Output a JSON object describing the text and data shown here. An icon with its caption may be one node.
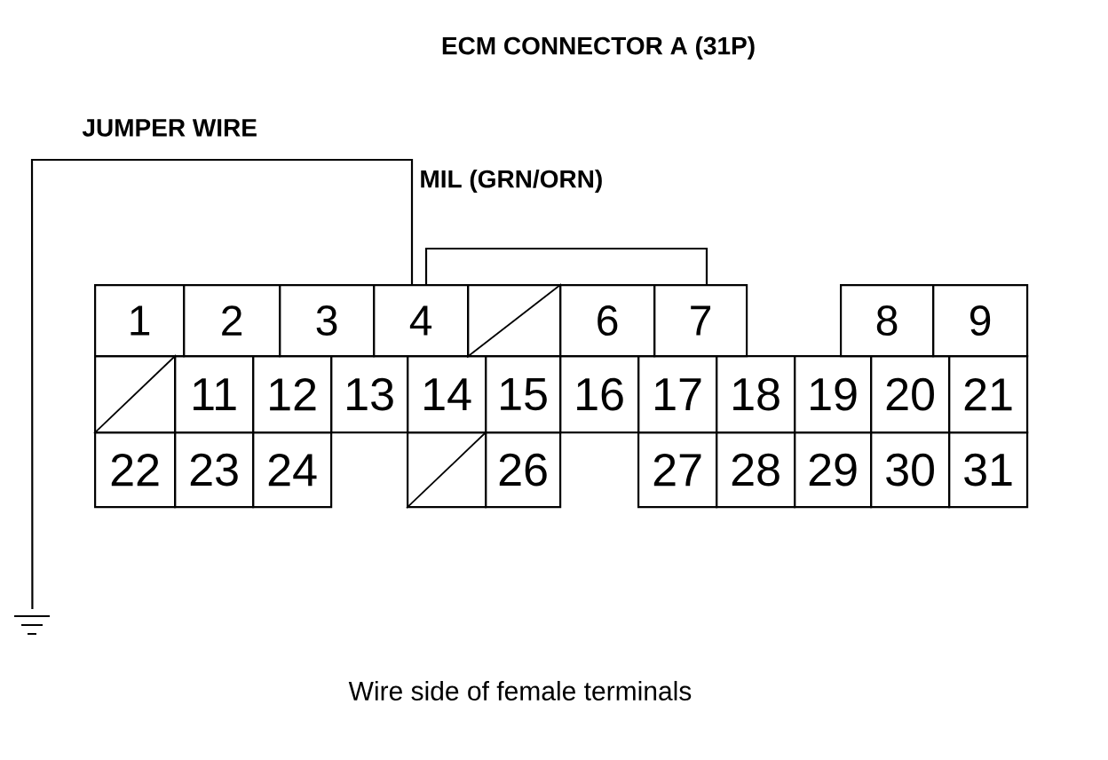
{
  "diagram": {
    "title": "ECM CONNECTOR A (31P)",
    "caption": "Wire side of female terminals",
    "nodes": [
      {
        "text": [
          "1"
        ]
      },
      {
        "text": [
          "2"
        ]
      },
      {
        "text": [
          "3"
        ]
      },
      {
        "text": [
          "4"
        ]
      },
      {
        "text": [],
        "shape": "box"
      },
      {
        "text": [
          "6"
        ]
      },
      {
        "text": [
          "7"
        ]
      },
      {
        "text": [
          "8"
        ]
      },
      {
        "text": [
          "9"
        ]
      },
      {
        "text": [],
        "shape": "box"
      },
      {
        "text": [
          "11"
        ]
      },
      {
        "text": [
          "12"
        ]
      },
      {
        "text": [
          "13"
        ]
      },
      {
        "text": [
          "14"
        ]
      },
      {
        "text": [
          "15"
        ]
      },
      {
        "text": [
          "16"
        ]
      },
      {
        "text": [
          "17"
        ]
      },
      {
        "text": [
          "18"
        ]
      },
      {
        "text": [
          "19"
        ]
      },
      {
        "text": [
          "20"
        ]
      },
      {
        "text": [
          "21"
        ]
      },
      {
        "text": [
          "22"
        ]
      },
      {
        "text": [
          "23"
        ]
      },
      {
        "text": [
          "24"
        ]
      },
      {
        "text": [],
        "shape": "box"
      },
      {
        "text": [
          "26"
        ]
      },
      {
        "text": [
          "27"
        ]
      },
      {
        "text": [
          "28"
        ]
      },
      {
        "text": [
          "29"
        ]
      },
      {
        "text": [
          "30"
        ]
      },
      {
        "text": [
          "31"
        ]
      },
      {
        "text": [],
        "shape": "ground"
      }
    ],
    "edges": [
      {
        "from": 31,
        "to": 3,
        "arrow": "none",
        "label": "JUMPER WIRE"
      }
    ],
    "labels": [
      "MIL (GRN/ORN)"
    ]
  }
}
